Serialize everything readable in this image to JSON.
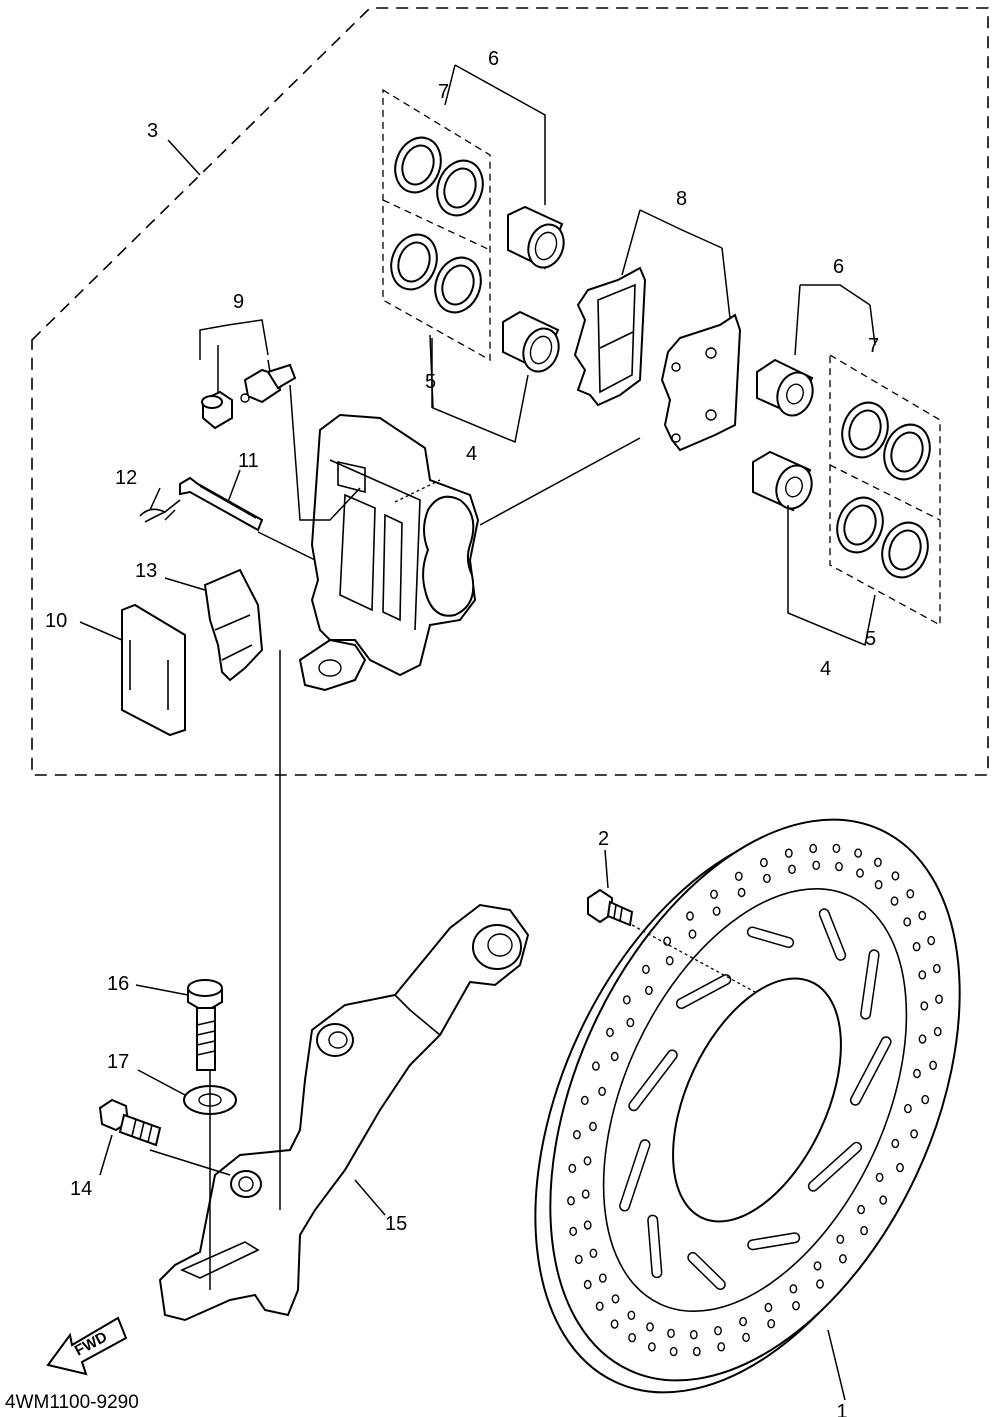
{
  "diagram_code": "4WM1100-9290",
  "fwd_label": "FWD",
  "callouts": {
    "c1": "1",
    "c2": "2",
    "c3": "3",
    "c4a": "4",
    "c4b": "4",
    "c5a": "5",
    "c5b": "5",
    "c6a": "6",
    "c6b": "6",
    "c7a": "7",
    "c7b": "7",
    "c8": "8",
    "c9": "9",
    "c10": "10",
    "c11": "11",
    "c12": "12",
    "c13": "13",
    "c14": "14",
    "c15": "15",
    "c16": "16",
    "c17": "17"
  }
}
